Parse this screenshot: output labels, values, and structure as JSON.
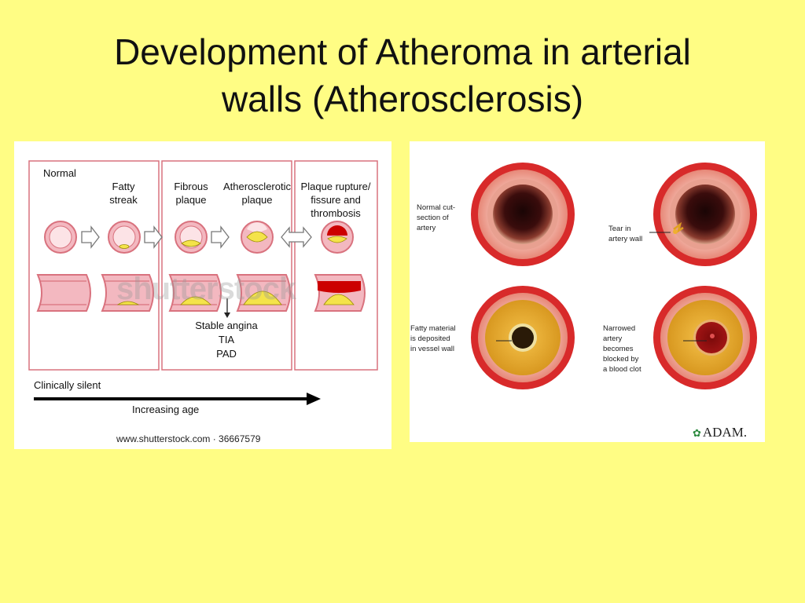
{
  "title": {
    "line1": "Development of Atheroma in arterial",
    "line2": "walls (Atherosclerosis)"
  },
  "left_diagram": {
    "stages": [
      {
        "label": "Normal"
      },
      {
        "label": "Fatty\nstreak"
      },
      {
        "label": "Fibrous\nplaque"
      },
      {
        "label": "Atherosclerotic\nplaque"
      },
      {
        "label": "Plaque rupture/\nfissure and\nthrombosis"
      }
    ],
    "outcomes": [
      "Stable angina",
      "TIA",
      "PAD"
    ],
    "timeline": {
      "silent_label": "Clinically silent",
      "age_label": "Increasing age"
    },
    "watermark": "shutterstock",
    "credit": "www.shutterstock.com · 36667579",
    "colors": {
      "vessel": "#f3b8c0",
      "vessel_border": "#d9727e",
      "lipid": "#f4e34a",
      "thrombus": "#cc0000"
    }
  },
  "right_diagram": {
    "callouts": [
      {
        "text": "Normal cut-\nsection of\nartery"
      },
      {
        "text": "Tear in\nartery wall"
      },
      {
        "text": "Fatty material\nis deposited\nin vessel wall"
      },
      {
        "text": "Narrowed\nartery\nbecomes\nblocked by\na blood clot"
      }
    ],
    "logo": "ADAM.",
    "logo_icon": "adam-leaf-icon"
  }
}
